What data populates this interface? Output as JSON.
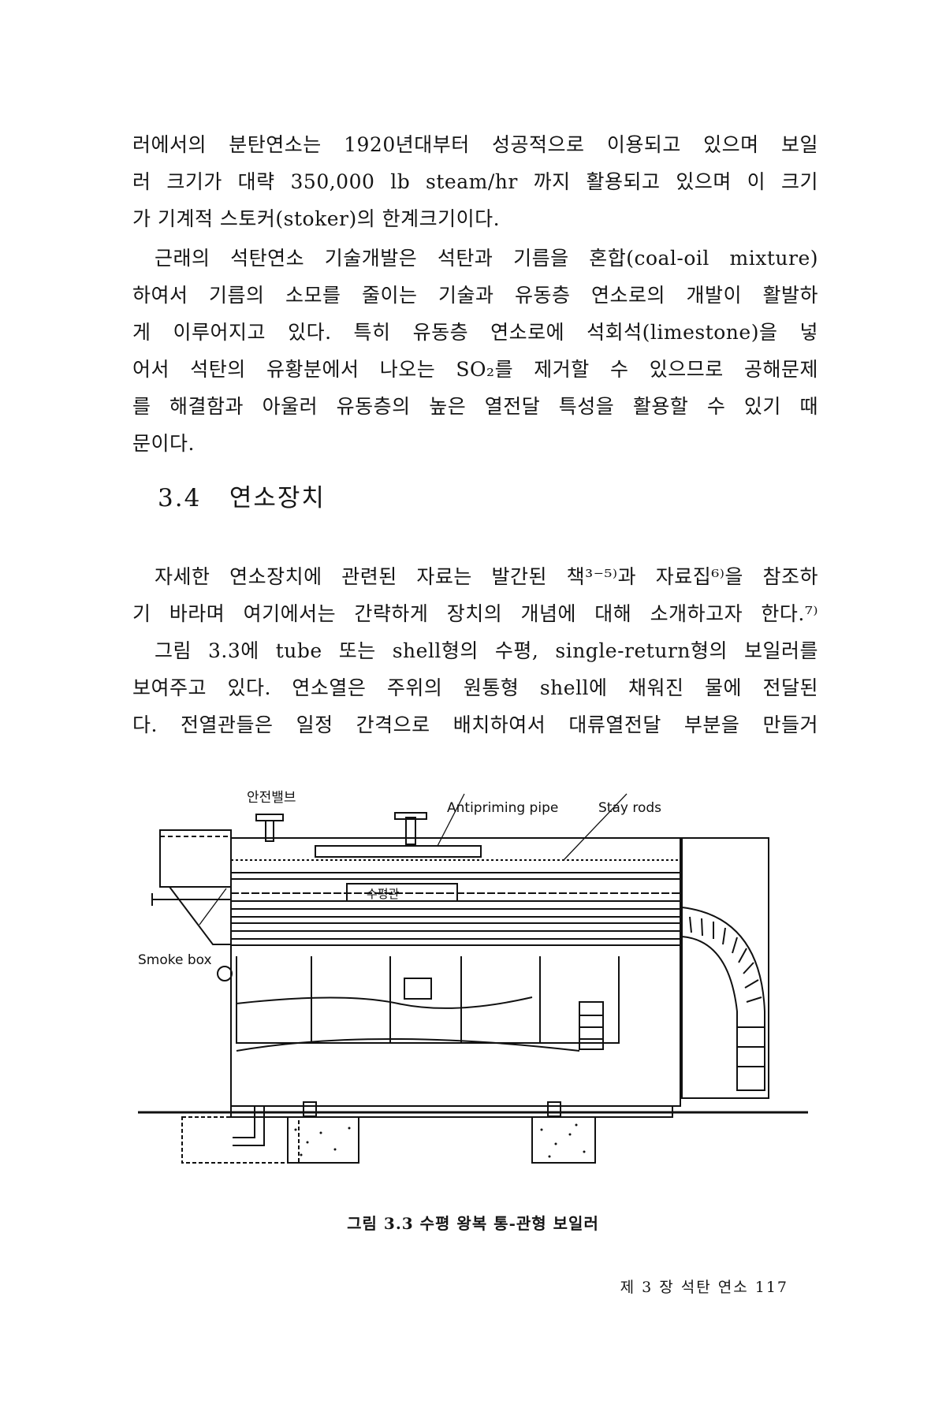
{
  "paragraph1": [
    "러에서의 분탄연소는 1920년대부터 성공적으로 이용되고 있으며 보일",
    "러 크기가 대략 350,000 lb steam/hr 까지 활용되고 있으며 이 크기",
    "가 기계적 스토커(stoker)의 한계크기이다."
  ],
  "paragraph2": [
    "근래의 석탄연소 기술개발은 석탄과 기름을 혼합(coal-oil mixture)",
    "하여서 기름의 소모를 줄이는 기술과 유동층 연소로의 개발이 활발하",
    "게 이루어지고 있다. 특히 유동층 연소로에 석회석(limestone)을 넣",
    "어서 석탄의 유황분에서 나오는 SO₂를 제거할 수 있으므로 공해문제",
    "를 해결함과 아울러 유동층의 높은 열전달 특성을 활용할 수 있기 때",
    "문이다."
  ],
  "section": {
    "number": "3.4",
    "title": "연소장치"
  },
  "paragraph3": [
    "자세한 연소장치에 관련된 자료는 발간된 책³⁻⁵⁾과 자료집⁶⁾을 참조하",
    "기 바라며 여기에서는 간략하게 장치의 개념에 대해 소개하고자 한다.⁷⁾"
  ],
  "paragraph4": [
    "그림 3.3에 tube 또는 shell형의 수평, single-return형의 보일러를",
    "보여주고 있다. 연소열은 주위의 원통형 shell에 채워진 물에 전달된",
    "다. 전열관들은 일정 간격으로 배치하여서 대류열전달 부분을 만들거"
  ],
  "figure": {
    "labels": {
      "safety_valve": "안전밸브",
      "antipriming_pipe": "Antipriming pipe",
      "stay_rods": "Stay rods",
      "water_tube": "수평관",
      "smoke_box": "Smoke box"
    },
    "caption": "그림 3.3 수평 왕복 통-관형 보일러"
  },
  "footer": {
    "text": "제 3 장 석탄 연소 117"
  }
}
